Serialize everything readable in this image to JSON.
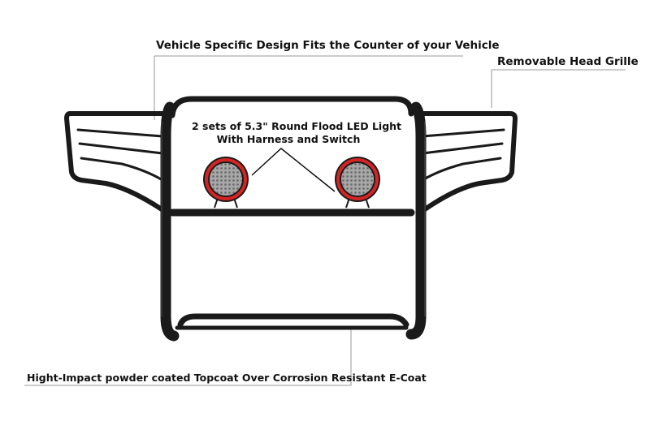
{
  "callouts": {
    "top": "Vehicle Specific Design Fits the Counter of your Vehicle",
    "right": "Removable Head Grille",
    "center_line1": "2 sets of 5.3\" Round Flood LED Light",
    "center_line2": "With Harness and Switch",
    "bottom": "Hight-Impact powder coated Topcoat Over Corrosion Resistant E-Coat"
  },
  "colors": {
    "frame": "#1a1a1a",
    "light_ring": "#d42424",
    "callout_line": "#9a9a9a"
  }
}
